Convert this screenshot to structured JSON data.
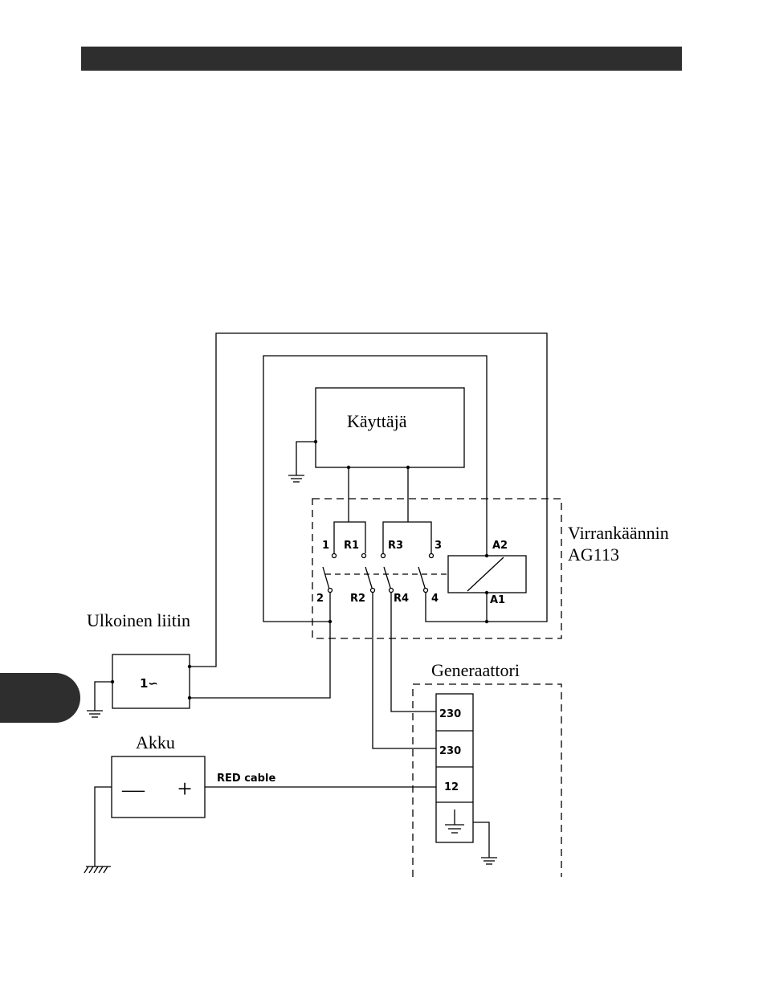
{
  "labels": {
    "user": "Käyttäjä",
    "transfer_switch_line1": "Virrankäännin",
    "transfer_switch_line2": "AG113",
    "external_connector": "Ulkoinen liitin",
    "generator": "Generaattori",
    "battery": "Akku",
    "red_cable": "RED cable",
    "external_source": "1∽",
    "battery_minus": "—",
    "battery_plus": "+"
  },
  "terminals": {
    "t1": "1",
    "r1": "R1",
    "r3": "R3",
    "t3": "3",
    "a2": "A2",
    "t2": "2",
    "r2": "R2",
    "r4": "R4",
    "t4": "4",
    "a1": "A1"
  },
  "generator_terminals": [
    "230",
    "230",
    "12"
  ]
}
